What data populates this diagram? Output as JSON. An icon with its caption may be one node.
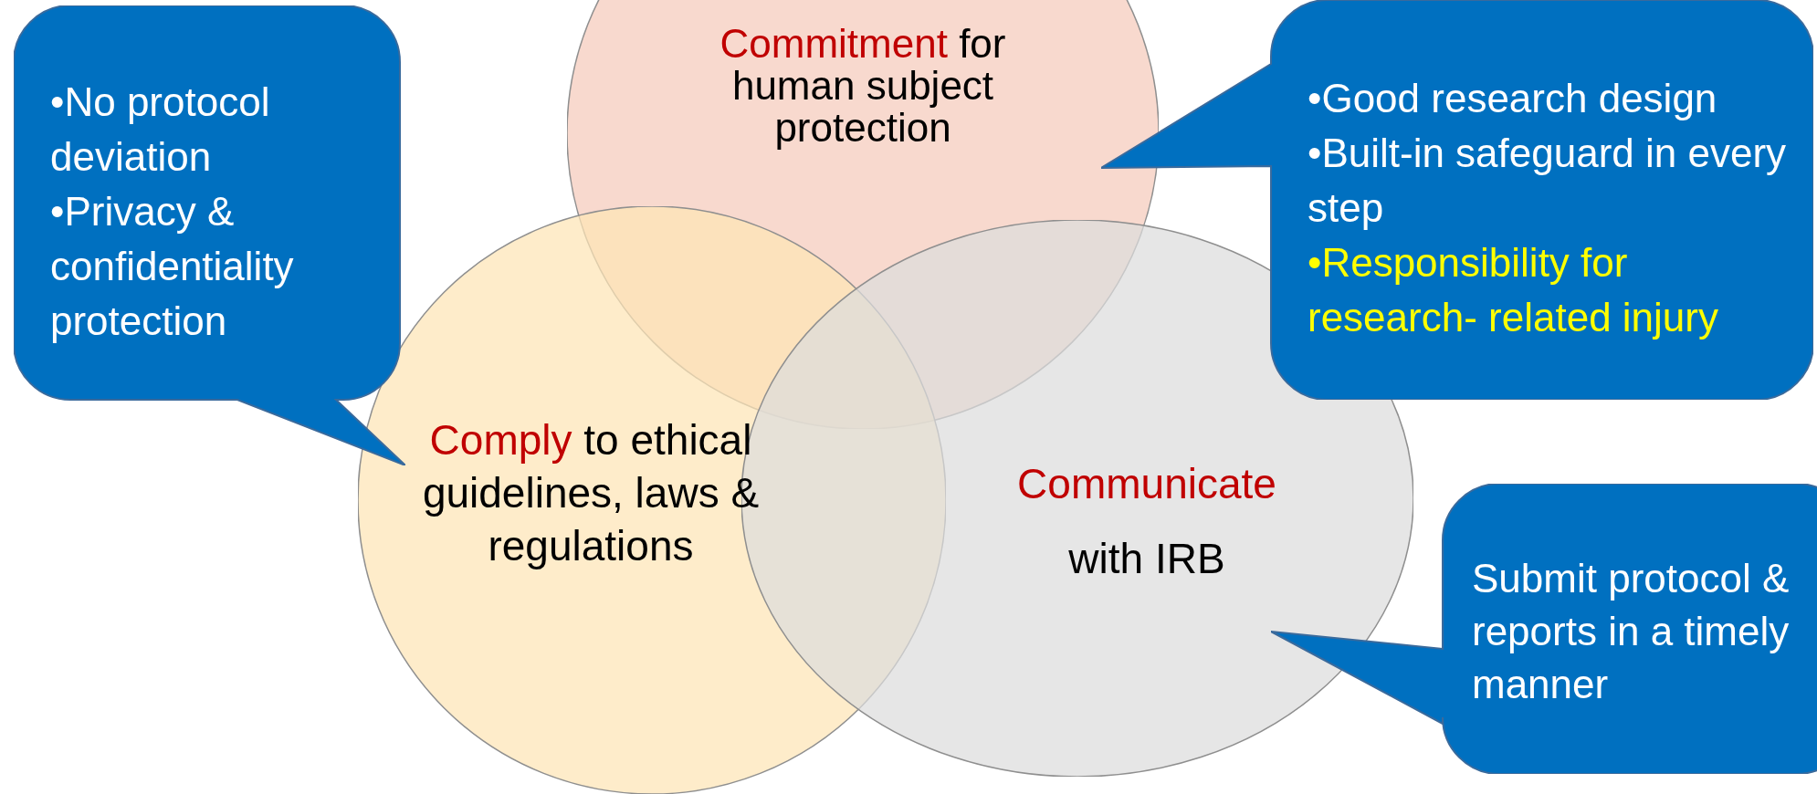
{
  "diagram": {
    "nodes": [
      {
        "text": [
          "Commitment",
          "for human subject protection"
        ]
      },
      {
        "text": [
          "Comply",
          "to ethical guidelines, laws & regulations"
        ]
      },
      {
        "text": [
          "Communicate",
          "with IRB"
        ]
      },
      {
        "text": [
          "•No protocol deviation",
          "•Privacy & confidentiality protection"
        ]
      },
      {
        "text": [
          "•Good research design",
          "•Built-in safeguard in every step",
          "•Responsibility for research- related injury"
        ]
      },
      {
        "text": [
          "Submit protocol & reports in a timely manner"
        ]
      }
    ]
  }
}
